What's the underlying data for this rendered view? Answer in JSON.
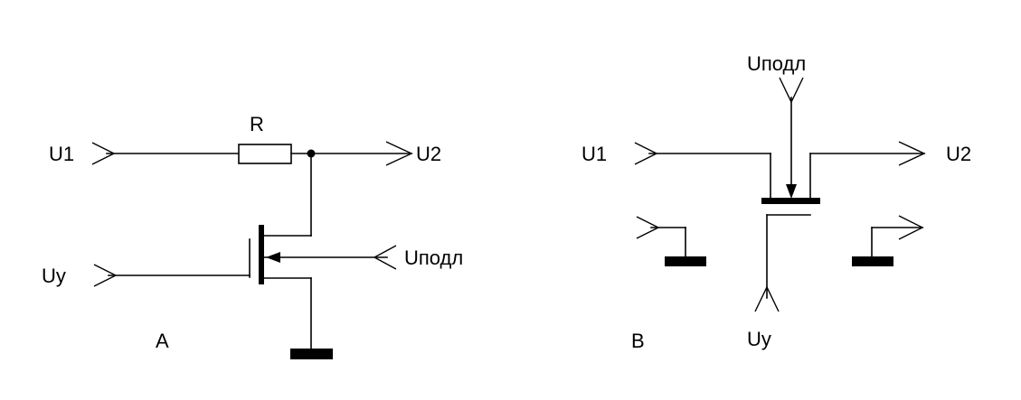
{
  "schematic_a": {
    "label": "A",
    "u1": "U1",
    "u2": "U2",
    "uy": "Uy",
    "upodl": "Uподл",
    "resistor": "R"
  },
  "schematic_b": {
    "label": "B",
    "u1": "U1",
    "u2": "U2",
    "uy": "Uy",
    "upodl": "Uподл"
  },
  "colors": {
    "line": "#000000",
    "background": "#ffffff"
  }
}
